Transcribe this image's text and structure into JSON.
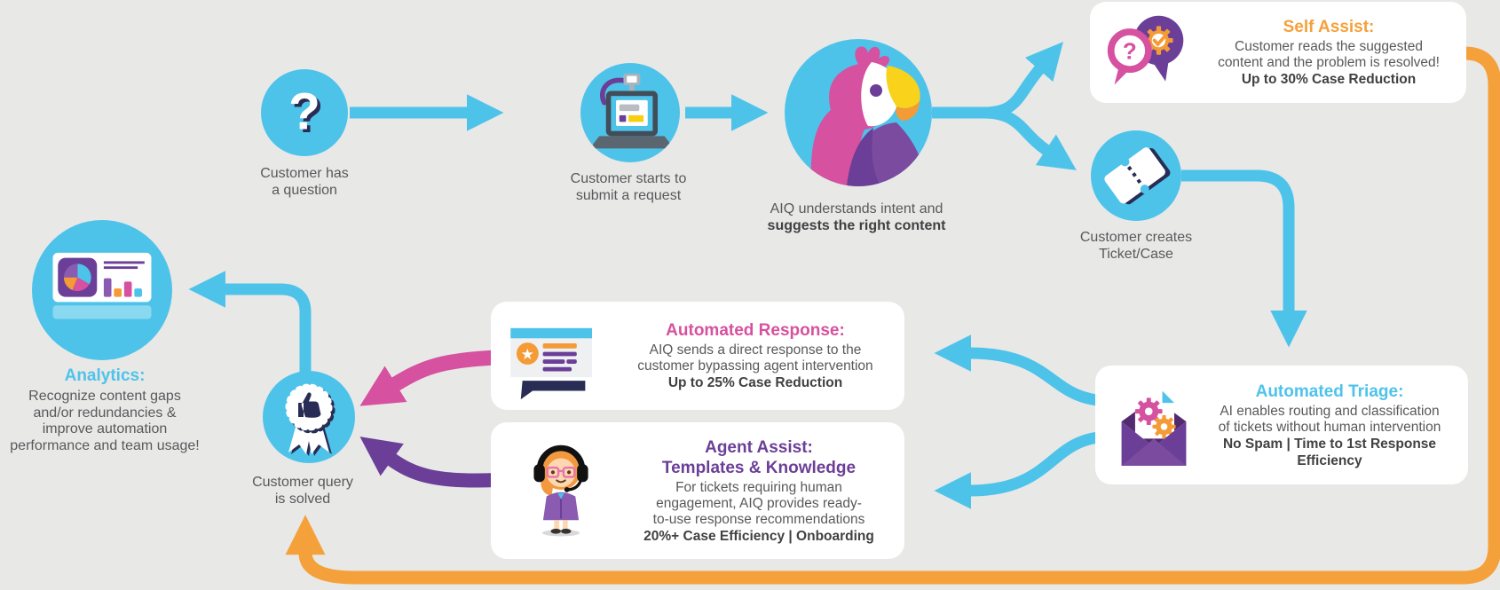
{
  "colors": {
    "background": "#e8e8e7",
    "blue": "#4ec3ea",
    "orange": "#f5a13b",
    "pink": "#d6519f",
    "purple": "#6b3f97",
    "navy": "#292d55",
    "text_gray": "#58595b",
    "text_dark": "#414042",
    "card_bg": "#ffffff"
  },
  "glyphs": {
    "question_mark": "?",
    "star": "★"
  },
  "nodes": {
    "question": {
      "lines": [
        "Customer has",
        "a question"
      ]
    },
    "submit": {
      "lines": [
        "Customer starts to",
        "submit a request"
      ]
    },
    "aiq": {
      "line1": "AIQ understands intent and",
      "line2": "suggests the right content"
    },
    "ticket": {
      "lines": [
        "Customer creates",
        "Ticket/Case"
      ]
    },
    "solved": {
      "lines": [
        "Customer query",
        "is solved"
      ]
    }
  },
  "cards": {
    "self_assist": {
      "title": "Self Assist:",
      "title_color": "#f5a13b",
      "body_lines": [
        "Customer reads the suggested",
        "content and the problem is resolved!"
      ],
      "highlight": "Up to 30% Case Reduction"
    },
    "automated_triage": {
      "title": "Automated Triage:",
      "title_color": "#4ec3ea",
      "body_lines": [
        "AI enables routing and classification",
        "of tickets without human intervention"
      ],
      "highlight_lines": [
        "No Spam | Time to 1st Response",
        "Efficiency"
      ]
    },
    "automated_response": {
      "title": "Automated Response:",
      "title_color": "#d6519f",
      "body_lines": [
        "AIQ sends a direct response to  the",
        "customer bypassing agent intervention"
      ],
      "highlight": "Up to 25% Case Reduction"
    },
    "agent_assist": {
      "title_lines": [
        "Agent Assist:",
        "Templates & Knowledge"
      ],
      "title_color": "#6b3f97",
      "body_lines": [
        "For tickets requiring human",
        "engagement, AIQ provides ready-",
        "to-use response recommendations"
      ],
      "highlight": "20%+ Case Efficiency | Onboarding"
    },
    "analytics": {
      "title": "Analytics:",
      "title_color": "#4ec3ea",
      "body_lines": [
        "Recognize content gaps",
        "and/or redundancies &",
        "improve automation",
        "performance and team usage!"
      ]
    }
  },
  "icons": {
    "question": "question-mark-icon",
    "submit": "laptop-webcam-icon",
    "aiq": "parrot-icon",
    "self_assist": "chat-bubbles-gear-icon",
    "ticket": "ticket-icon",
    "automated_triage": "envelope-gears-icon",
    "automated_response": "chat-card-star-icon",
    "agent_assist": "support-agent-icon",
    "solved": "thumbs-up-badge-icon",
    "analytics": "charts-dashboard-icon"
  }
}
